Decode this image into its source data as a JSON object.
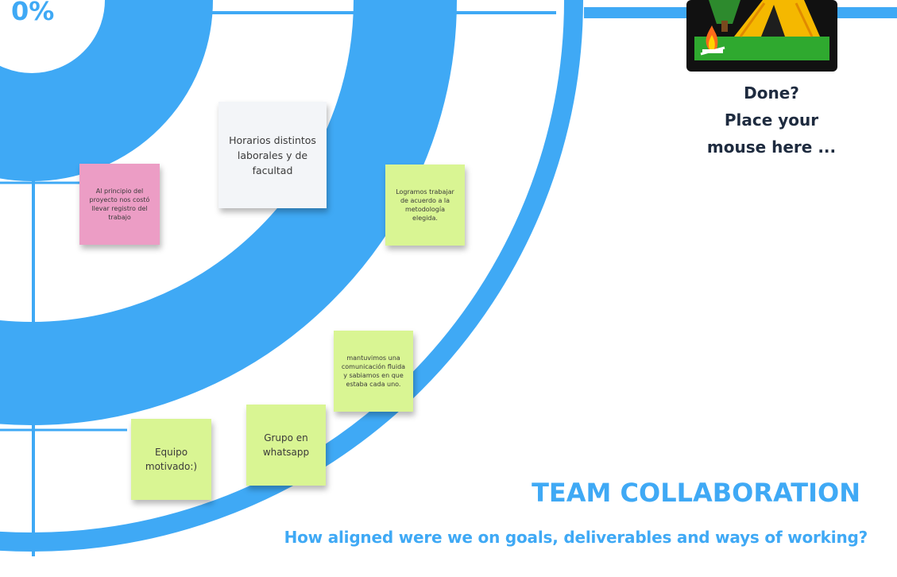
{
  "board": {
    "center_label": "0%",
    "colors": {
      "accent": "#3fa9f5",
      "dark_text": "#1e2b3f",
      "sticky_pink": "#ec9dc5",
      "sticky_green": "#d9f593",
      "sticky_white": "#f3f5f8"
    }
  },
  "stickies": [
    {
      "id": "horarios",
      "text": "Horarios distintos laborales y de facultad",
      "color": "white"
    },
    {
      "id": "principio",
      "text": "Al principio del proyecto nos costó llevar registro del trabajo",
      "color": "pink"
    },
    {
      "id": "logramos",
      "text": "Logramos trabajar de acuerdo a la metodología elegida.",
      "color": "green"
    },
    {
      "id": "mantuvimos",
      "text": "mantuvimos una comunicación fluida y sabiamos en que estaba cada uno.",
      "color": "green"
    },
    {
      "id": "grupo",
      "text": "Grupo en whatsapp",
      "color": "green"
    },
    {
      "id": "equipo",
      "text": "Equipo motivado:)",
      "color": "green"
    }
  ],
  "done": {
    "icon": "campfire-tent-icon",
    "line1": "Done?",
    "line2": "Place your",
    "line3": "mouse here ..."
  },
  "section": {
    "title": "TEAM COLLABORATION",
    "subtitle": "How aligned were we on goals, deliverables and ways of working?"
  }
}
